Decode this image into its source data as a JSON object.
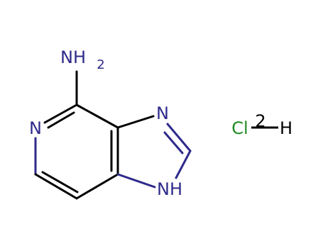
{
  "molecule": {
    "atoms": {
      "amine_n": "NH",
      "amine_subscript": "2",
      "pyridine_n": "N",
      "imidazole_n": "N",
      "imidazole_nh": "NH",
      "chlorine": "Cl",
      "hydrogen": "H",
      "ratio": "2"
    },
    "colors": {
      "bond": "#000000",
      "nitrogen": "#2e2a8a",
      "chlorine": "#1f8a1f",
      "hydrogen": "#000000"
    }
  }
}
